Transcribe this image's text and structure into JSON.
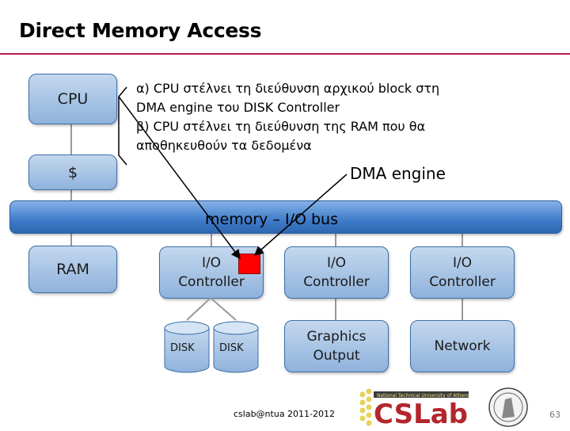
{
  "title": "Direct Memory Access",
  "cpu_label": "CPU",
  "cache_label": "$",
  "ram_label": "RAM",
  "note_lines": [
    "α) CPU στέλνει τη διεύθυνση αρχικού block στη",
    "DMA engine του DISK Controller",
    "β) CPU στέλνει τη διεύθυνση της RAM που θα",
    "αποθηκευθούν τα δεδομένα"
  ],
  "dma_label": "DMA engine",
  "bus_label": "memory – I/O bus",
  "io_controllers": [
    {
      "line1": "I/O",
      "line2": "Controller"
    },
    {
      "line1": "I/O",
      "line2": "Controller"
    },
    {
      "line1": "I/O",
      "line2": "Controller"
    }
  ],
  "disks": [
    "DISK",
    "DISK"
  ],
  "graphics": {
    "line1": "Graphics",
    "line2": "Output"
  },
  "network": "Network",
  "footer": "cslab@ntua 2011-2012",
  "logo": {
    "text": "CSLab",
    "small1": "National Technical University of Athens"
  },
  "page_number": "63",
  "colors": {
    "accent_rule": "#b01e50",
    "box_fill": "#a9c6e8",
    "bus_fill": "#4a86d0",
    "dma_marker": "#ff0000"
  }
}
